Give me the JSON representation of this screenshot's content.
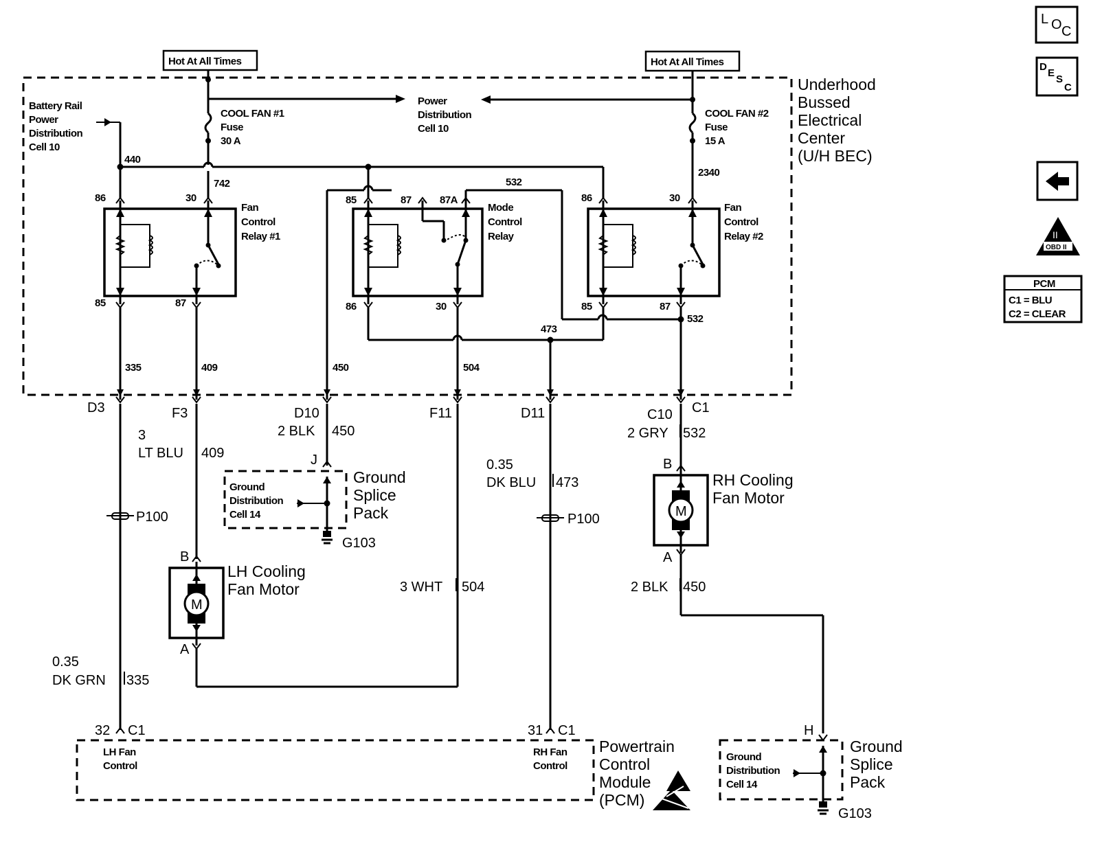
{
  "hot_left": "Hot At All Times",
  "hot_right": "Hot At All Times",
  "battery_rail": [
    "Battery Rail",
    "Power",
    "Distribution",
    "Cell 10"
  ],
  "fuse1": [
    "COOL FAN #1",
    "Fuse",
    "30 A"
  ],
  "fuse2": [
    "COOL FAN #2",
    "Fuse",
    "15 A"
  ],
  "power_dist": [
    "Power",
    "Distribution",
    "Cell 10"
  ],
  "bec": [
    "Underhood",
    "Bussed",
    "Electrical",
    "Center",
    "(U/H BEC)"
  ],
  "relay1": [
    "Fan",
    "Control",
    "Relay #1"
  ],
  "relay2": [
    "Fan",
    "Control",
    "Relay #2"
  ],
  "mode_relay": [
    "Mode",
    "Control",
    "Relay"
  ],
  "circuits": {
    "c440": "440",
    "c742": "742",
    "c532_top": "532",
    "c2340": "2340",
    "c473": "473",
    "c532": "532",
    "c335": "335",
    "c409": "409",
    "c450": "450",
    "c504": "504"
  },
  "pins": {
    "r1_86": "86",
    "r1_30": "30",
    "r1_85": "85",
    "r1_87": "87",
    "m_85": "85",
    "m_87": "87",
    "m_87a": "87A",
    "m_86": "86",
    "m_30": "30",
    "r2_86": "86",
    "r2_30": "30",
    "r2_85": "85",
    "r2_87": "87"
  },
  "connectors": {
    "d3": "D3",
    "f3": "F3",
    "d10": "D10",
    "f11": "F11",
    "d11": "D11",
    "c10": "C10",
    "c1_top": "C1",
    "j": "J",
    "b_lh": "B",
    "a_lh": "A",
    "b_rh": "B",
    "a_rh": "A",
    "h": "H",
    "pin32": "32",
    "c1_32": "C1",
    "pin31": "31",
    "c1_31": "C1"
  },
  "wires": {
    "w_2blk_450_top": [
      "2 BLK",
      "450"
    ],
    "w_3_ltblu": [
      "3",
      "LT BLU",
      "409"
    ],
    "w_035_dkblu": [
      "0.35",
      "DK BLU",
      "473"
    ],
    "w_2gry": [
      "2 GRY",
      "532"
    ],
    "w_3wht": [
      "3 WHT",
      "504"
    ],
    "w_2blk_450_rh": [
      "2 BLK",
      "450"
    ],
    "w_035_dkgrn": [
      "0.35",
      "DK GRN",
      "335"
    ]
  },
  "p100_left": "P100",
  "p100_right": "P100",
  "ground_splice_1": [
    "Ground",
    "Splice",
    "Pack"
  ],
  "ground_dist_1": [
    "Ground",
    "Distribution",
    "Cell 14"
  ],
  "g103_1": "G103",
  "ground_splice_2": [
    "Ground",
    "Splice",
    "Pack"
  ],
  "ground_dist_2": [
    "Ground",
    "Distribution",
    "Cell 14"
  ],
  "g103_2": "G103",
  "lh_motor": [
    "LH Cooling",
    "Fan Motor"
  ],
  "rh_motor": [
    "RH Cooling",
    "Fan Motor"
  ],
  "motor_symbol": "M",
  "pcm": [
    "Powertrain",
    "Control",
    "Module",
    "(PCM)"
  ],
  "lh_fan_control": [
    "LH Fan",
    "Control"
  ],
  "rh_fan_control": [
    "RH Fan",
    "Control"
  ],
  "nav": {
    "loc": [
      "L",
      "O",
      "C"
    ],
    "desc": [
      "D",
      "E",
      "S",
      "C"
    ],
    "obd": "OBD II",
    "obd_num": "II",
    "pcm_title": "PCM",
    "pcm_c1": "C1 = BLU",
    "pcm_c2": "C2 = CLEAR"
  }
}
